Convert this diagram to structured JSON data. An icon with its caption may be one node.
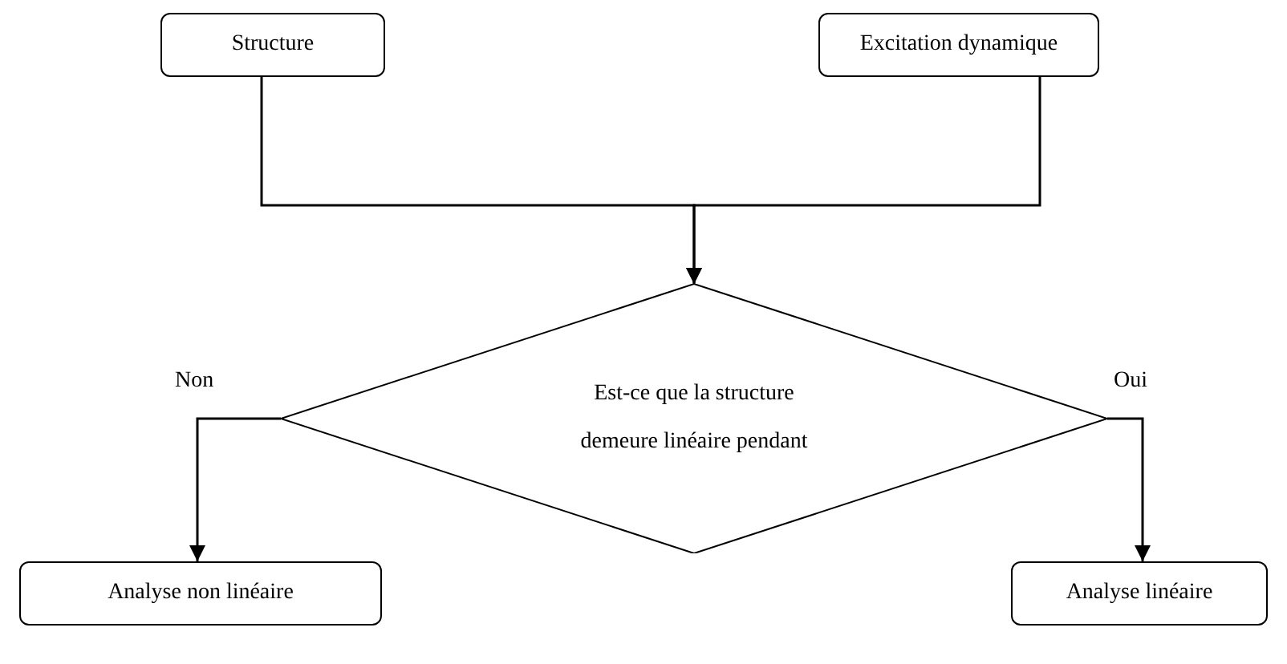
{
  "diagram": {
    "nodes": [
      {
        "text": [
          "Structure"
        ]
      },
      {
        "text": [
          "Excitation dynamique"
        ]
      },
      {
        "text": [
          "Est-ce que la structure demeure linéaire pendant"
        ]
      },
      {
        "text": [
          "Analyse non linéaire"
        ]
      },
      {
        "text": [
          "Analyse linéaire"
        ]
      }
    ],
    "edges": [
      {
        "from": 0,
        "to": 2,
        "arrow": "to"
      },
      {
        "from": 1,
        "to": 2,
        "arrow": "to"
      },
      {
        "from": 2,
        "to": 3,
        "arrow": "to",
        "label": "Non"
      },
      {
        "from": 2,
        "to": 4,
        "arrow": "to",
        "label": "Oui"
      }
    ]
  }
}
